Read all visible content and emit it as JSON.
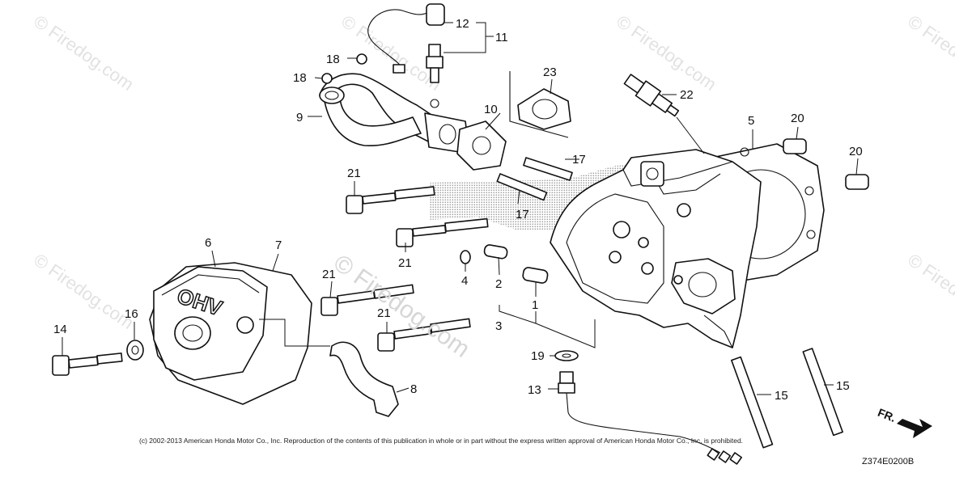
{
  "diagram": {
    "callouts": [
      {
        "id": "c12",
        "label": "12"
      },
      {
        "id": "c11",
        "label": "11"
      },
      {
        "id": "c18a",
        "label": "18"
      },
      {
        "id": "c18b",
        "label": "18"
      },
      {
        "id": "c23",
        "label": "23"
      },
      {
        "id": "c22",
        "label": "22"
      },
      {
        "id": "c9",
        "label": "9"
      },
      {
        "id": "c10",
        "label": "10"
      },
      {
        "id": "c5",
        "label": "5"
      },
      {
        "id": "c20a",
        "label": "20"
      },
      {
        "id": "c20b",
        "label": "20"
      },
      {
        "id": "c17a",
        "label": "17"
      },
      {
        "id": "c17b",
        "label": "17"
      },
      {
        "id": "c21a",
        "label": "21"
      },
      {
        "id": "c21b",
        "label": "21"
      },
      {
        "id": "c21c",
        "label": "21"
      },
      {
        "id": "c21d",
        "label": "21"
      },
      {
        "id": "c6",
        "label": "6"
      },
      {
        "id": "c7",
        "label": "7"
      },
      {
        "id": "c4",
        "label": "4"
      },
      {
        "id": "c2",
        "label": "2"
      },
      {
        "id": "c1",
        "label": "1"
      },
      {
        "id": "c3",
        "label": "3"
      },
      {
        "id": "c16",
        "label": "16"
      },
      {
        "id": "c14",
        "label": "14"
      },
      {
        "id": "c19",
        "label": "19"
      },
      {
        "id": "c13",
        "label": "13"
      },
      {
        "id": "c8",
        "label": "8"
      },
      {
        "id": "c15a",
        "label": "15"
      },
      {
        "id": "c15b",
        "label": "15"
      }
    ],
    "cover_marking": "OHV",
    "direction_label": "FR.",
    "diagram_code": "Z374E0200B",
    "copyright": "(c) 2002-2013 American Honda Motor Co., Inc. Reproduction of the contents of this publication in whole or in part without the express written approval of American Honda Motor Co., Inc. is prohibited.",
    "watermark_text": "© Firedog.com",
    "watermark_center": "© Firedog.com"
  }
}
